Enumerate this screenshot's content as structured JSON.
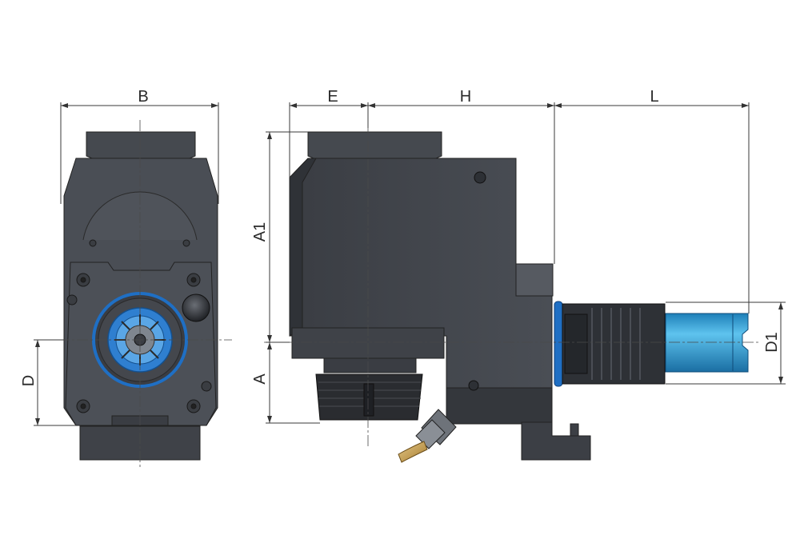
{
  "dimensions": {
    "B": "B",
    "E": "E",
    "H": "H",
    "L": "L",
    "A1": "A1",
    "A": "A",
    "D": "D",
    "D1": "D1"
  },
  "colors": {
    "body_dark": "#3d4046",
    "body_mid": "#4b4f56",
    "body_light": "#5a5e66",
    "accent_blue": "#2f7fd0",
    "shaft_blue": "#3aa0d8",
    "ring_blue": "#1f6fc4",
    "brass": "#c8a35a",
    "line": "#333333"
  }
}
